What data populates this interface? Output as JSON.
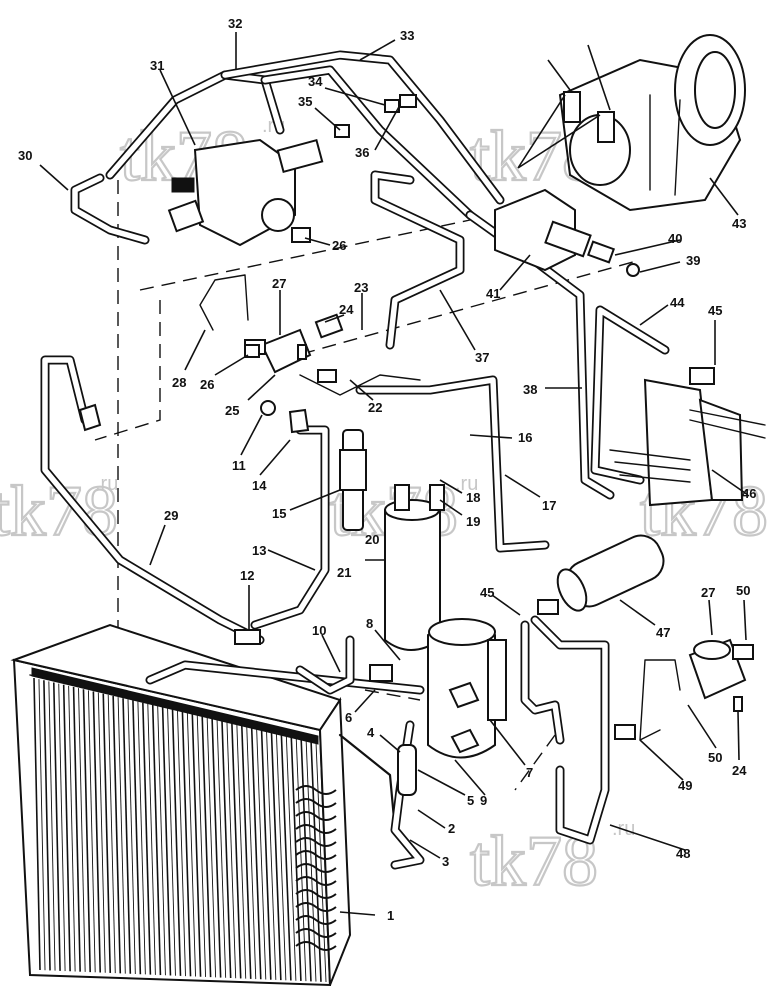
{
  "watermark": {
    "text": "tk78",
    "suffix": ".ru"
  },
  "callouts": [
    {
      "id": "c1",
      "label": "1"
    },
    {
      "id": "c2",
      "label": "2"
    },
    {
      "id": "c3",
      "label": "3"
    },
    {
      "id": "c4",
      "label": "4"
    },
    {
      "id": "c5",
      "label": "5"
    },
    {
      "id": "c6",
      "label": "6"
    },
    {
      "id": "c7",
      "label": "7"
    },
    {
      "id": "c8",
      "label": "8"
    },
    {
      "id": "c9",
      "label": "9"
    },
    {
      "id": "c10",
      "label": "10"
    },
    {
      "id": "c11",
      "label": "11"
    },
    {
      "id": "c12",
      "label": "12"
    },
    {
      "id": "c13",
      "label": "13"
    },
    {
      "id": "c14",
      "label": "14"
    },
    {
      "id": "c15",
      "label": "15"
    },
    {
      "id": "c16",
      "label": "16"
    },
    {
      "id": "c17",
      "label": "17"
    },
    {
      "id": "c18",
      "label": "18"
    },
    {
      "id": "c19",
      "label": "19"
    },
    {
      "id": "c20",
      "label": "20"
    },
    {
      "id": "c21",
      "label": "21"
    },
    {
      "id": "c22",
      "label": "22"
    },
    {
      "id": "c23",
      "label": "23"
    },
    {
      "id": "c24a",
      "label": "24"
    },
    {
      "id": "c24b",
      "label": "24"
    },
    {
      "id": "c25",
      "label": "25"
    },
    {
      "id": "c26a",
      "label": "26"
    },
    {
      "id": "c26b",
      "label": "26"
    },
    {
      "id": "c27a",
      "label": "27"
    },
    {
      "id": "c27b",
      "label": "27"
    },
    {
      "id": "c28",
      "label": "28"
    },
    {
      "id": "c29",
      "label": "29"
    },
    {
      "id": "c30",
      "label": "30"
    },
    {
      "id": "c31",
      "label": "31"
    },
    {
      "id": "c32",
      "label": "32"
    },
    {
      "id": "c33",
      "label": "33"
    },
    {
      "id": "c34",
      "label": "34"
    },
    {
      "id": "c35",
      "label": "35"
    },
    {
      "id": "c36",
      "label": "36"
    },
    {
      "id": "c37",
      "label": "37"
    },
    {
      "id": "c38",
      "label": "38"
    },
    {
      "id": "c39",
      "label": "39"
    },
    {
      "id": "c40",
      "label": "40"
    },
    {
      "id": "c41",
      "label": "41"
    },
    {
      "id": "c43",
      "label": "43"
    },
    {
      "id": "c44",
      "label": "44"
    },
    {
      "id": "c45a",
      "label": "45"
    },
    {
      "id": "c45b",
      "label": "45"
    },
    {
      "id": "c46",
      "label": "46"
    },
    {
      "id": "c47",
      "label": "47"
    },
    {
      "id": "c48",
      "label": "48"
    },
    {
      "id": "c49",
      "label": "49"
    },
    {
      "id": "c50a",
      "label": "50"
    },
    {
      "id": "c50b",
      "label": "50"
    }
  ]
}
